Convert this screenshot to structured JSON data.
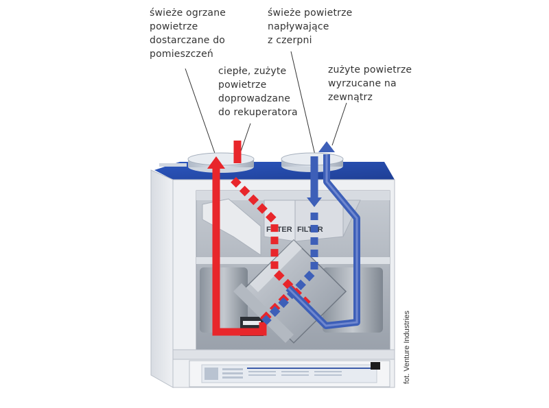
{
  "labels": {
    "fresh_heated": "świeże ogrzane\npowietrze\ndostarczane do\npomieszczeń",
    "fresh_intake": "świeże powietrze\nnapływające\nz czerpni",
    "warm_used": "ciepłe, zużyte\npowietrze\ndoprowadzane\ndo rekuperatora",
    "used_exhaust": "zużyte powietrze\nwyrzucane na\nzewnątrz"
  },
  "unit": {
    "filter_label_1": "FILTER",
    "filter_label_2": "FILTER"
  },
  "credit": "fot. Venture Industries",
  "colors": {
    "warm": "#e8262b",
    "cool": "#3d5fb8",
    "lid": "#2a50b0",
    "casing": "#e4e7ec"
  }
}
